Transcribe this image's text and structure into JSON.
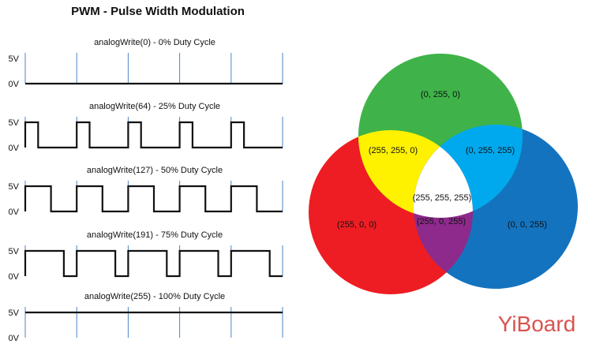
{
  "title": "PWM - Pulse Width Modulation",
  "voltage_labels": {
    "high": "5V",
    "low": "0V"
  },
  "colors": {
    "signal": "#111111",
    "period_marker": "#4a86c8",
    "red": "#ee1d23",
    "green": "#3fb349",
    "blue": "#1473bf",
    "yellow": "#fff200",
    "cyan": "#00a9ee",
    "magenta": "#8e2a8c",
    "white": "#ffffff",
    "watermark": "#d9534f"
  },
  "pwm_rows": [
    {
      "label": "analogWrite(0) - 0% Duty Cycle",
      "duty_percent": 0
    },
    {
      "label": "analogWrite(64) - 25% Duty Cycle",
      "duty_percent": 25
    },
    {
      "label": "analogWrite(127) - 50% Duty Cycle",
      "duty_percent": 50
    },
    {
      "label": "analogWrite(191) - 75% Duty Cycle",
      "duty_percent": 75
    },
    {
      "label": "analogWrite(255) - 100% Duty Cycle",
      "duty_percent": 100
    }
  ],
  "periods_shown": 5,
  "venn": {
    "green": "(0, 255, 0)",
    "red": "(255, 0, 0)",
    "blue": "(0, 0, 255)",
    "yellow": "(255, 255, 0)",
    "cyan": "(0, 255, 255)",
    "magenta": "(255, 0, 255)",
    "white": "(255, 255, 255)"
  },
  "watermark": "YiBoard"
}
